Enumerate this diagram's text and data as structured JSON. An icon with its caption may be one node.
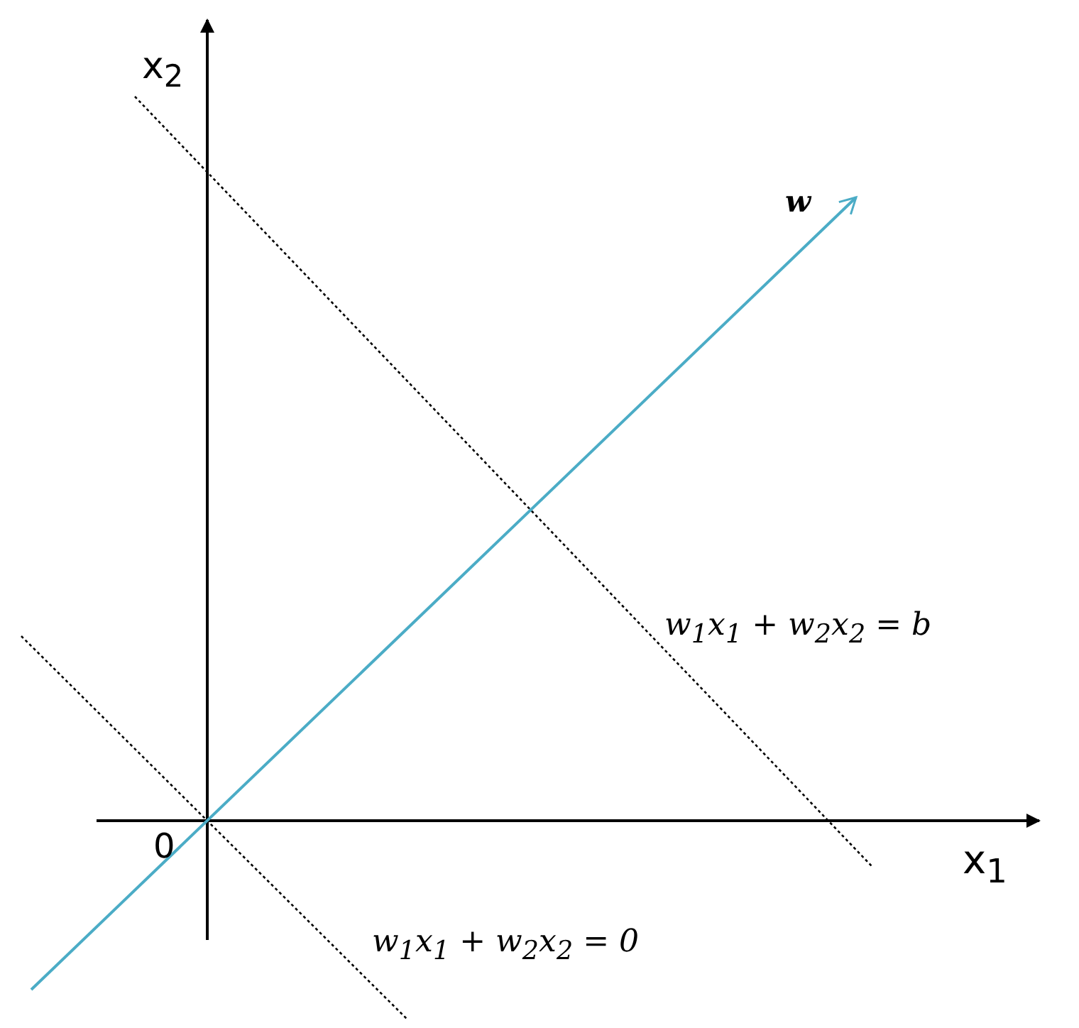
{
  "diagram": {
    "labels": [
      "x$_{2}$",
      "w",
      "w$_{1}$x$_{1}$ + w$_{2}$x$_{2}$ = b",
      "0",
      "x$_{1}$",
      "w$_{1}$x$_{1}$ + w$_{2}$x$_{2}$ = 0"
    ]
  }
}
